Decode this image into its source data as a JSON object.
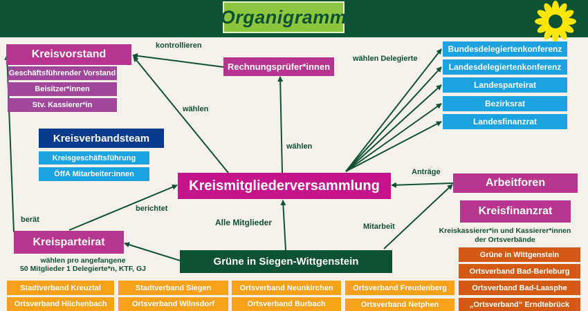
{
  "title": "Organigramm",
  "kreisvorstand": {
    "title": "Kreisvorstand",
    "items": [
      "Geschäftsführender Vorstand",
      "Beisitzer*innen",
      "Stv. Kassierer*in"
    ]
  },
  "rechnungspruefer": "Rechnungsprüfer*innen",
  "delegates": [
    "Bundesdelegiertenkonferenz",
    "Landesdelegiertenkonferenz",
    "Landesparteirat",
    "Bezirksrat",
    "Landesfinanzrat"
  ],
  "kreisverbandsteam": {
    "title": "Kreisverbandsteam",
    "items": [
      "Kreisgeschäftsführung",
      "ÖffA Mitarbeiter:innen"
    ]
  },
  "kmv": "Kreismitgliederversammlung",
  "arbeitforen": "Arbeitforen",
  "kreisfinanzrat": {
    "title": "Kreisfinanzrat",
    "note_line1": "Kreiskassierer*in und Kassierer*innen",
    "note_line2": "der Ortsverbände"
  },
  "kreisparteirat": {
    "title": "Kreisparteirat",
    "note_line1": "wählen pro angefangene",
    "note_line2": "50 Mitglieder 1 Delegierte*n, KTF, GJ"
  },
  "gruene": "Grüne in Siegen-Wittgenstein",
  "labels": {
    "kontrollieren": "kontrollieren",
    "waehlen_delegierte": "wählen Delegierte",
    "waehlen_left": "wählen",
    "waehlen_center": "wählen",
    "antraege": "Anträge",
    "beraet": "berät",
    "berichtet": "berichtet",
    "alle_mitglieder": "Alle Mitglieder",
    "mitarbeit": "Mitarbeit"
  },
  "orange_row1": [
    "Stadtverband Kreuztal",
    "Stadtverband Siegen",
    "Ortsverband Neunkirchen",
    "Ortsverband Freudenberg"
  ],
  "orange_row2": [
    "Ortsverband Hilchenbach",
    "Ortsverband Wilnsdorf",
    "Ortsverband Burbach",
    "Ortsverband Netphen"
  ],
  "rust_list": [
    "Grüne in Wittgenstein",
    "Ortsverband Bad-Berleburg",
    "Ortsverband Bad-Laasphe",
    "„Ortsverband“ Erndtebrück"
  ],
  "colors": {
    "dark_green": "#0f5133",
    "lime": "#8cc63f",
    "magenta": "#c5148b",
    "purple": "#a0479a",
    "cyan": "#1aa3e0",
    "navy": "#0a3a8c",
    "orange": "#f5a11a",
    "rust": "#d45a14"
  }
}
